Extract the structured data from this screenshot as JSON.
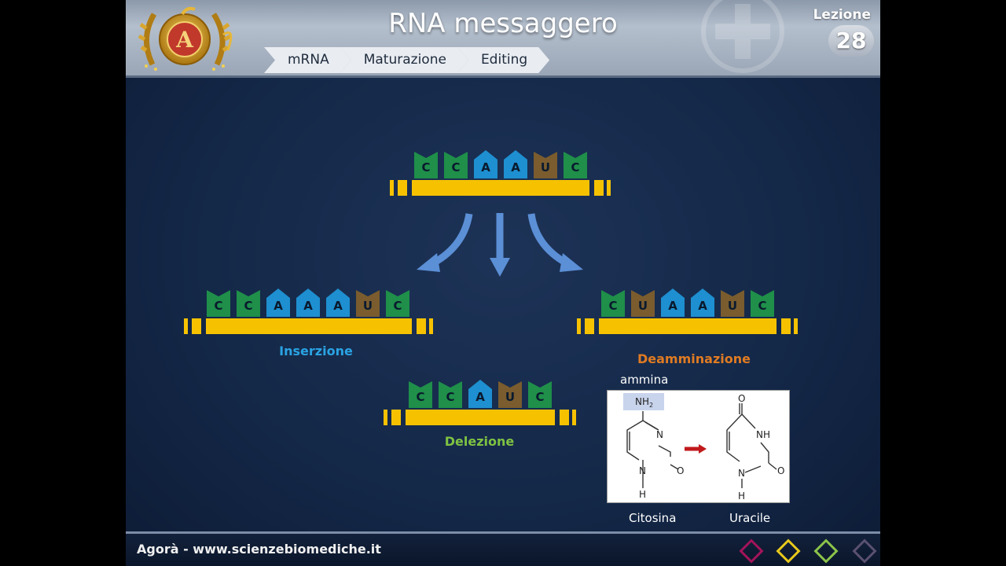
{
  "header": {
    "title": "RNA messaggero",
    "lesson_label": "Lezione",
    "lesson_number": "28",
    "logo_letter": "A",
    "breadcrumb": [
      "mRNA",
      "Maturazione",
      "Editing"
    ]
  },
  "diagram": {
    "original": [
      "C",
      "C",
      "A",
      "A",
      "U",
      "C"
    ],
    "insertion": [
      "C",
      "C",
      "A",
      "A",
      "A",
      "U",
      "C"
    ],
    "deamination": [
      "C",
      "U",
      "A",
      "A",
      "U",
      "C"
    ],
    "deletion": [
      "C",
      "C",
      "A",
      "U",
      "C"
    ],
    "label_insertion": "Inserzione",
    "label_deamination": "Deamminazione",
    "label_deletion": "Delezione",
    "colors": {
      "C": "#1f8f4a",
      "A": "#1e8fd0",
      "U": "#7a5c2e",
      "strand": "#f6c200"
    }
  },
  "chemistry": {
    "amine_label": "ammina",
    "nh2": "NH",
    "nh2_sub": "2",
    "cytosine_label": "Citosina",
    "uracil_label": "Uracile",
    "atom_N": "N",
    "atom_O": "O",
    "atom_H": "H",
    "atom_NH": "NH"
  },
  "footer": {
    "site": "Agorà - www.scienzebiomediche.it",
    "nav_colors": [
      "#a3145a",
      "#e8c91c",
      "#8bc34a",
      "#5a5070"
    ]
  }
}
